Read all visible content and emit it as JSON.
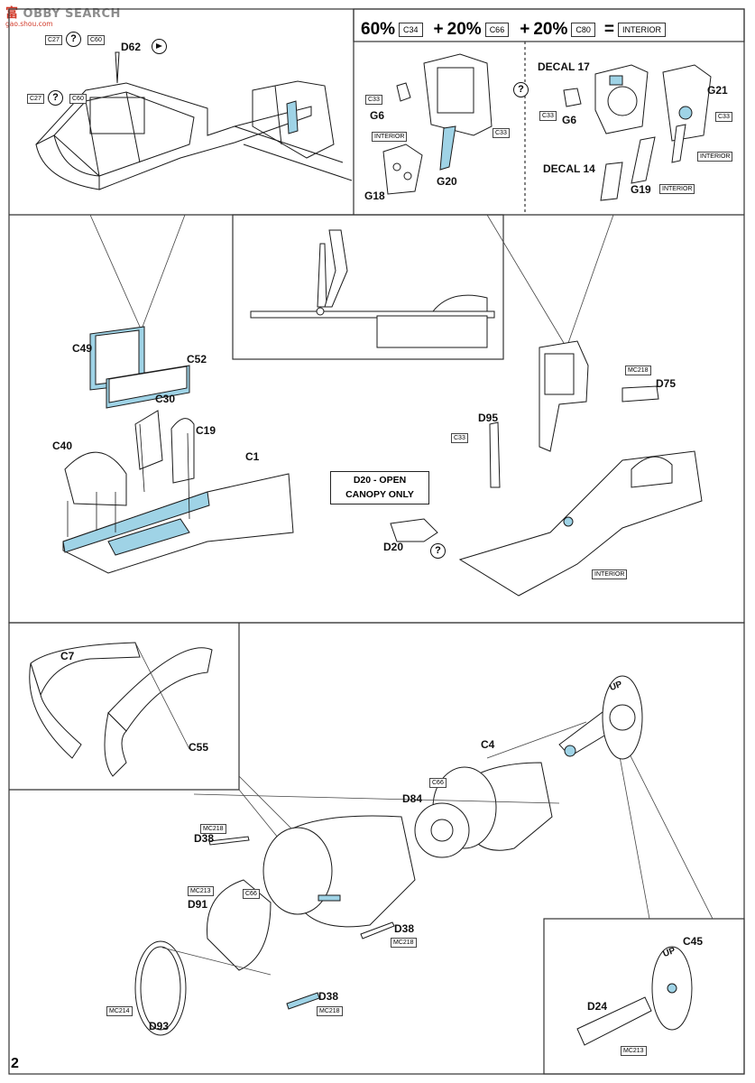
{
  "watermark": {
    "brand_main": "OBBY SEARCH",
    "brand_accent": "富",
    "url": "gao.shou.com"
  },
  "page": {
    "number": "2"
  },
  "colors": {
    "line": "#1a1a1a",
    "interior_blue": "#9fd3e6",
    "frame": "#333333"
  },
  "formula": {
    "p1": "60%",
    "c1": "C34",
    "plus1": "+",
    "p2": "20%",
    "c2": "C66",
    "plus2": "+",
    "p3": "20%",
    "c3": "C80",
    "eq": "=",
    "result": "INTERIOR"
  },
  "labels": {
    "d62": "D62",
    "c27_a": "C27",
    "c60_a": "C60",
    "c27_b": "C27",
    "c60_b": "C60",
    "c33_a": "C33",
    "g6_a": "G6",
    "interior_a": "INTERIOR",
    "c33_b": "C33",
    "g18": "G18",
    "g20": "G20",
    "decal17": "DECAL 17",
    "g21": "G21",
    "c33_c": "C33",
    "g6_b": "G6",
    "c33_d": "C33",
    "interior_b": "INTERIOR",
    "decal14": "DECAL 14",
    "g19": "G19",
    "interior_c": "INTERIOR",
    "c49": "C49",
    "c52": "C52",
    "c30": "C30",
    "c19": "C19",
    "c40": "C40",
    "c1": "C1",
    "mc218_a": "MC218",
    "d75": "D75",
    "d95": "D95",
    "c33_e": "C33",
    "d20_note": "D20 - OPEN\nCANOPY ONLY",
    "d20": "D20",
    "interior_d": "INTERIOR",
    "c7": "C7",
    "c55": "C55",
    "c4": "C4",
    "c66_a": "C66",
    "d84": "D84",
    "mc218_b": "MC218",
    "d38_a": "D38",
    "c66_b": "C66",
    "mc213_a": "MC213",
    "d91": "D91",
    "d38_b": "D38",
    "mc218_c": "MC218",
    "d38_c": "D38",
    "mc218_d": "MC218",
    "mc214": "MC214",
    "d93": "D93",
    "c45": "C45",
    "d24": "D24",
    "mc213_b": "MC213",
    "up_a": "UP",
    "up_b": "UP"
  },
  "help_symbol": "?"
}
